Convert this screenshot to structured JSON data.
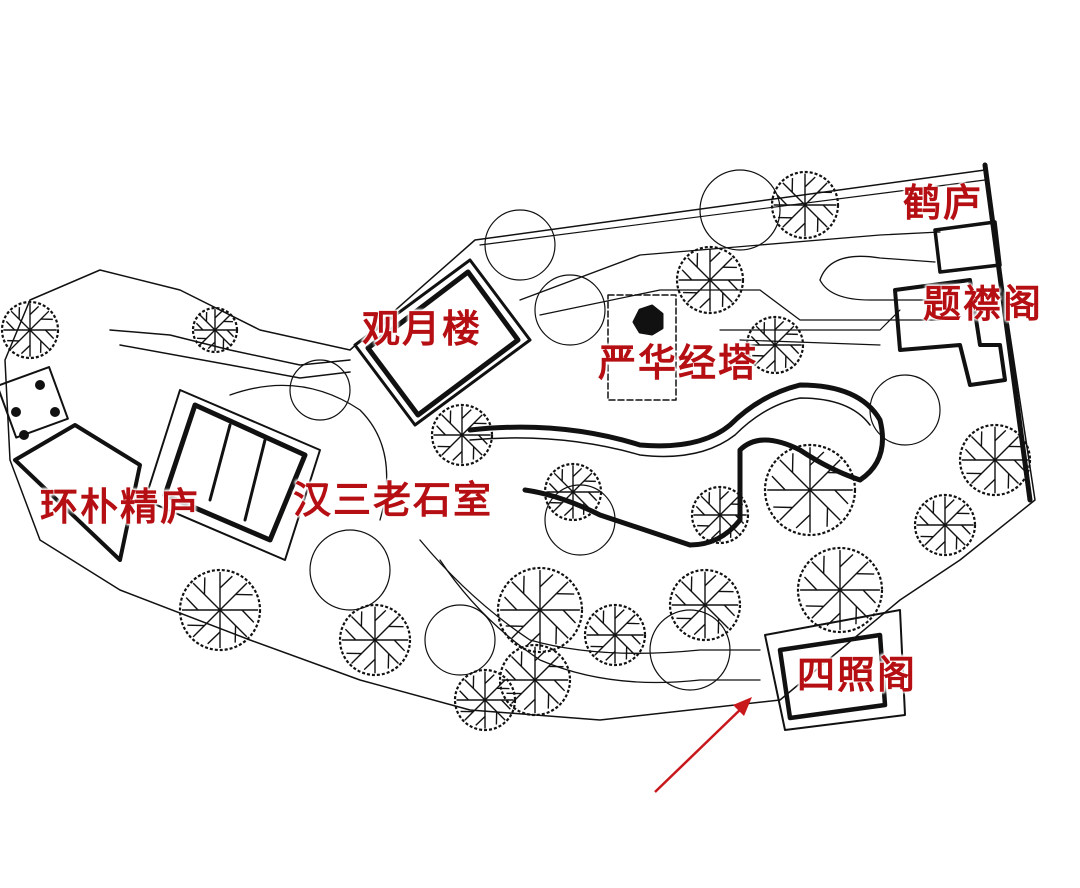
{
  "map": {
    "type": "garden site plan",
    "labels": [
      {
        "id": "helu",
        "text": "鹤庐"
      },
      {
        "id": "tijin",
        "text": "题襟阁"
      },
      {
        "id": "guanyue",
        "text": "观月楼"
      },
      {
        "id": "yanhua",
        "text": "严华经塔"
      },
      {
        "id": "huanpu",
        "text": "环朴精庐"
      },
      {
        "id": "hansan",
        "text": "汉三老石室"
      },
      {
        "id": "sizhao",
        "text": "四照阁"
      }
    ],
    "building_note": "观月",
    "annotation": {
      "type": "arrow",
      "points_to": "四照阁",
      "color": "#c8181c"
    },
    "label_color": "#b50f13",
    "line_color": "#111111"
  }
}
